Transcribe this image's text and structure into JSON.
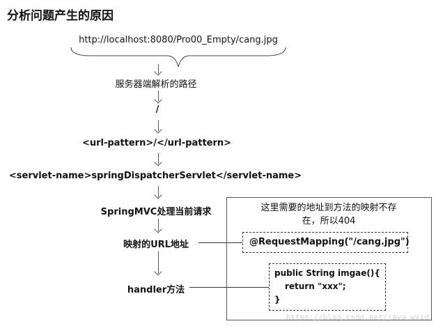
{
  "title": "分析问题产生的原因",
  "flow": {
    "url": "http://localhost:8080/Pro00_Empty/cang.jpg",
    "step1": "服务器端解析的路径",
    "step2": "/",
    "step3": "<url-pattern>/</url-pattern>",
    "step4": "<servlet-name>springDispatcherServlet</servlet-name>",
    "step5": "SpringMVC处理当前请求",
    "step6": "映射的URL地址",
    "step7": "handler方法"
  },
  "note": {
    "line1": "这里需要的地址到方法的映射不存",
    "line2": "在，所以404"
  },
  "annotation": "@RequestMapping(\"/cang.jpg\")",
  "code": {
    "line1": "public String imgae(){",
    "line2": "return \"xxx\";",
    "line3": "}"
  },
  "watermark": "https://blog.csdn.net/java_wxid"
}
